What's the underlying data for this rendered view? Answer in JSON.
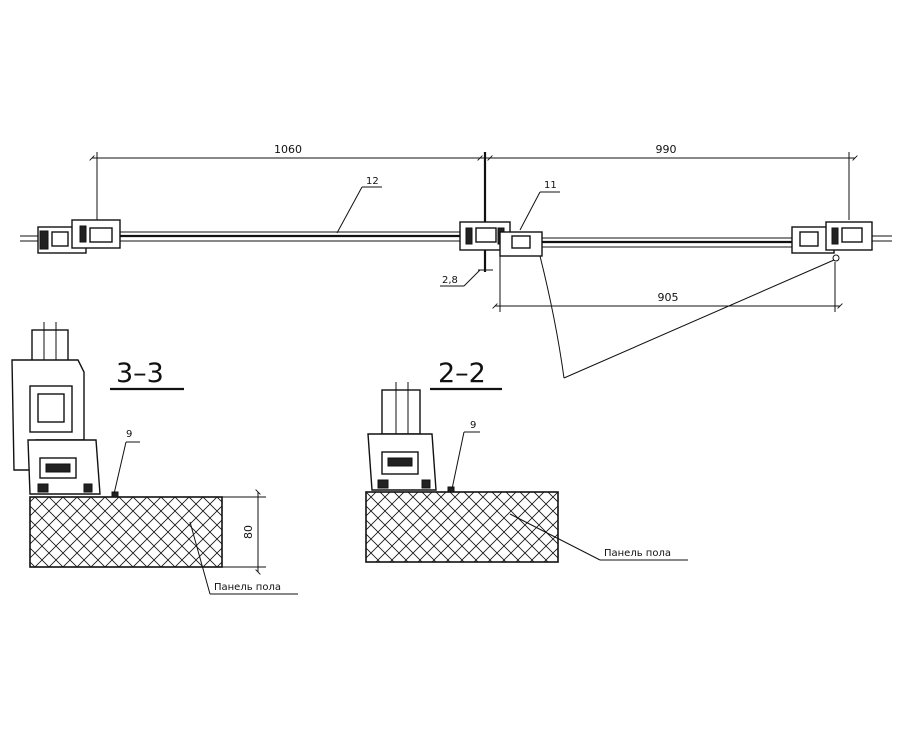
{
  "plan": {
    "dim_left": "1060",
    "dim_right": "990",
    "dim_opening": "905",
    "dim_gap": "2,8",
    "leader_glass": "12",
    "leader_sash": "11"
  },
  "section_3_3": {
    "title": "3–3",
    "leader_seal": "9",
    "dim_height": "80",
    "panel_label": "Панель пола"
  },
  "section_2_2": {
    "title": "2–2",
    "leader_seal": "9",
    "panel_label": "Панель пола"
  }
}
